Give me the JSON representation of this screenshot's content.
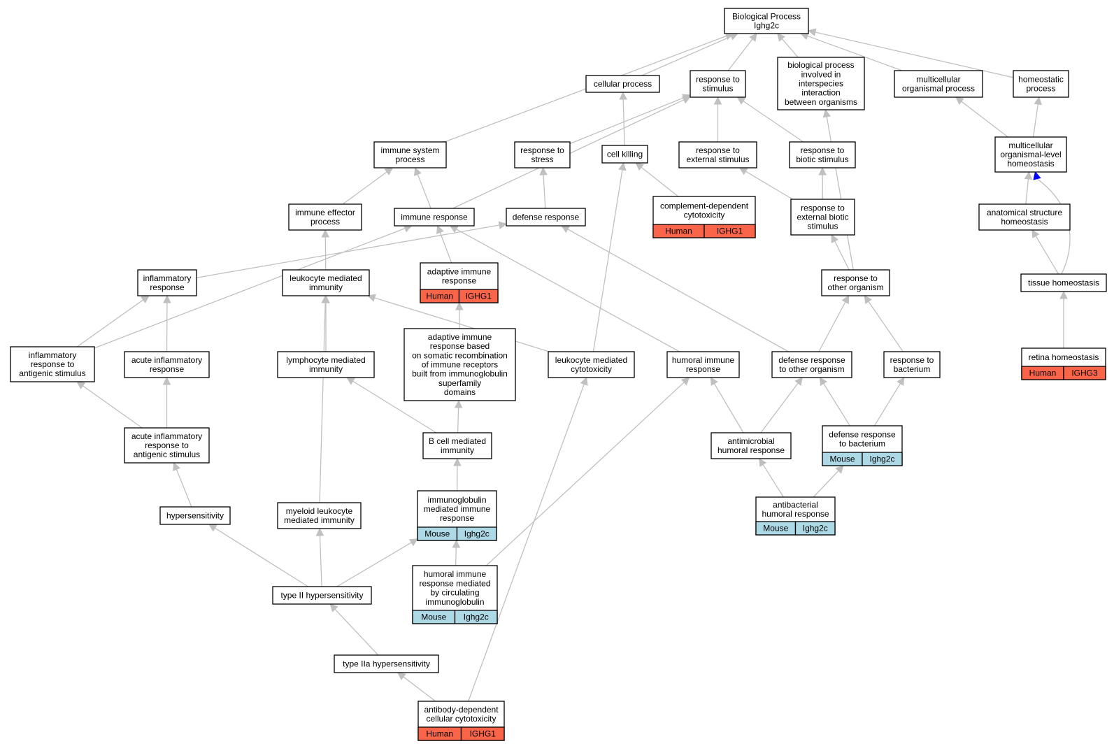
{
  "colors": {
    "edge": "#c0c0c0",
    "highlight_edge": "#0000ff",
    "human": "#fa6449",
    "mouse": "#add8e6"
  },
  "nodes": {
    "root": {
      "lines": [
        "Biological Process",
        "Ighg2c"
      ]
    },
    "cellular_process": {
      "lines": [
        "cellular process"
      ]
    },
    "response_to_stimulus": {
      "lines": [
        "response to",
        "stimulus"
      ]
    },
    "bp_interspecies": {
      "lines": [
        "biological process",
        "involved in",
        "interspecies",
        "interaction",
        "between organisms"
      ]
    },
    "multicellular_organismal_process": {
      "lines": [
        "multicellular",
        "organismal process"
      ]
    },
    "homeostatic_process": {
      "lines": [
        "homeostatic",
        "process"
      ]
    },
    "immune_system_process": {
      "lines": [
        "immune system",
        "process"
      ]
    },
    "response_to_stress": {
      "lines": [
        "response to",
        "stress"
      ]
    },
    "cell_killing": {
      "lines": [
        "cell killing"
      ]
    },
    "response_to_external_stimulus": {
      "lines": [
        "response to",
        "external stimulus"
      ]
    },
    "response_to_biotic_stimulus": {
      "lines": [
        "response to",
        "biotic stimulus"
      ]
    },
    "multicellular_organismal_homeostasis": {
      "lines": [
        "multicellular",
        "organismal-level",
        "homeostasis"
      ]
    },
    "immune_effector_process": {
      "lines": [
        "immune effector",
        "process"
      ]
    },
    "immune_response": {
      "lines": [
        "immune response"
      ]
    },
    "defense_response": {
      "lines": [
        "defense response"
      ]
    },
    "complement_dependent_cytotoxicity": {
      "lines": [
        "complement-dependent",
        "cytotoxicity"
      ],
      "cells": [
        "Human",
        "IGHG1"
      ],
      "species": "human"
    },
    "response_to_external_biotic_stimulus": {
      "lines": [
        "response to",
        "external biotic",
        "stimulus"
      ]
    },
    "anatomical_structure_homeostasis": {
      "lines": [
        "anatomical structure",
        "homeostasis"
      ]
    },
    "inflammatory_response": {
      "lines": [
        "inflammatory",
        "response"
      ]
    },
    "leukocyte_mediated_immunity": {
      "lines": [
        "leukocyte mediated",
        "immunity"
      ]
    },
    "adaptive_immune_response": {
      "lines": [
        "adaptive immune",
        "response"
      ],
      "cells": [
        "Human",
        "IGHG1"
      ],
      "species": "human"
    },
    "response_to_other_organism": {
      "lines": [
        "response to",
        "other organism"
      ]
    },
    "tissue_homeostasis": {
      "lines": [
        "tissue homeostasis"
      ]
    },
    "inflammatory_response_to_antigenic_stimulus": {
      "lines": [
        "inflammatory",
        "response to",
        "antigenic stimulus"
      ]
    },
    "acute_inflammatory_response": {
      "lines": [
        "acute inflammatory",
        "response"
      ]
    },
    "lymphocyte_mediated_immunity": {
      "lines": [
        "lymphocyte mediated",
        "immunity"
      ]
    },
    "adaptive_immune_response_somatic": {
      "lines": [
        "adaptive immune",
        "response based",
        "on somatic recombination",
        "of immune receptors",
        "built from immunoglobulin",
        "superfamily",
        "domains"
      ]
    },
    "leukocyte_mediated_cytotoxicity": {
      "lines": [
        "leukocyte mediated",
        "cytotoxicity"
      ]
    },
    "humoral_immune_response": {
      "lines": [
        "humoral immune",
        "response"
      ]
    },
    "defense_response_to_other_organism": {
      "lines": [
        "defense response",
        "to other organism"
      ]
    },
    "response_to_bacterium": {
      "lines": [
        "response to",
        "bacterium"
      ]
    },
    "retina_homeostasis": {
      "lines": [
        "retina homeostasis"
      ],
      "cells": [
        "Human",
        "IGHG3"
      ],
      "species": "human"
    },
    "acute_inflammatory_response_to_antigenic_stimulus": {
      "lines": [
        "acute inflammatory",
        "response to",
        "antigenic stimulus"
      ]
    },
    "b_cell_mediated_immunity": {
      "lines": [
        "B cell mediated",
        "immunity"
      ]
    },
    "antimicrobial_humoral_response": {
      "lines": [
        "antimicrobial",
        "humoral response"
      ]
    },
    "defense_response_to_bacterium": {
      "lines": [
        "defense response",
        "to bacterium"
      ],
      "cells": [
        "Mouse",
        "Ighg2c"
      ],
      "species": "mouse"
    },
    "hypersensitivity": {
      "lines": [
        "hypersensitivity"
      ]
    },
    "myeloid_leukocyte_mediated_immunity": {
      "lines": [
        "myeloid leukocyte",
        "mediated immunity"
      ]
    },
    "immunoglobulin_mediated_immune_response": {
      "lines": [
        "immunoglobulin",
        "mediated immune",
        "response"
      ],
      "cells": [
        "Mouse",
        "Ighg2c"
      ],
      "species": "mouse"
    },
    "antibacterial_humoral_response": {
      "lines": [
        "antibacterial",
        "humoral response"
      ],
      "cells": [
        "Mouse",
        "Ighg2c"
      ],
      "species": "mouse"
    },
    "type_ii_hypersensitivity": {
      "lines": [
        "type II hypersensitivity"
      ]
    },
    "humoral_immune_response_circulating_ig": {
      "lines": [
        "humoral immune",
        "response mediated",
        "by circulating",
        "immunoglobulin"
      ],
      "cells": [
        "Mouse",
        "Ighg2c"
      ],
      "species": "mouse"
    },
    "type_iia_hypersensitivity": {
      "lines": [
        "type IIa hypersensitivity"
      ]
    },
    "antibody_dependent_cellular_cytotoxicity": {
      "lines": [
        "antibody-dependent",
        "cellular cytotoxicity"
      ],
      "cells": [
        "Human",
        "IGHG1"
      ],
      "species": "human"
    }
  },
  "edges": [
    [
      "cellular_process",
      "root"
    ],
    [
      "response_to_stimulus",
      "root"
    ],
    [
      "bp_interspecies",
      "root"
    ],
    [
      "multicellular_organismal_process",
      "root"
    ],
    [
      "homeostatic_process",
      "root"
    ],
    [
      "immune_system_process",
      "root"
    ],
    [
      "response_to_stress",
      "response_to_stimulus"
    ],
    [
      "immune_response",
      "response_to_stimulus"
    ],
    [
      "cell_killing",
      "cellular_process"
    ],
    [
      "response_to_external_stimulus",
      "response_to_stimulus"
    ],
    [
      "response_to_biotic_stimulus",
      "response_to_stimulus"
    ],
    [
      "multicellular_organismal_homeostasis",
      "multicellular_organismal_process"
    ],
    [
      "multicellular_organismal_homeostasis",
      "homeostatic_process"
    ],
    [
      "immune_effector_process",
      "immune_system_process"
    ],
    [
      "immune_response",
      "immune_system_process"
    ],
    [
      "defense_response",
      "response_to_stress"
    ],
    [
      "complement_dependent_cytotoxicity",
      "cell_killing"
    ],
    [
      "response_to_external_biotic_stimulus",
      "response_to_external_stimulus"
    ],
    [
      "response_to_external_biotic_stimulus",
      "response_to_biotic_stimulus"
    ],
    [
      "anatomical_structure_homeostasis",
      "multicellular_organismal_homeostasis"
    ],
    [
      "inflammatory_response",
      "defense_response"
    ],
    [
      "leukocyte_mediated_immunity",
      "immune_effector_process"
    ],
    [
      "adaptive_immune_response",
      "immune_response"
    ],
    [
      "response_to_other_organism",
      "response_to_external_biotic_stimulus"
    ],
    [
      "response_to_other_organism",
      "bp_interspecies"
    ],
    [
      "tissue_homeostasis",
      "anatomical_structure_homeostasis"
    ],
    [
      "tissue_homeostasis",
      "multicellular_organismal_homeostasis",
      "highlight"
    ],
    [
      "inflammatory_response_to_antigenic_stimulus",
      "inflammatory_response"
    ],
    [
      "inflammatory_response_to_antigenic_stimulus",
      "immune_response"
    ],
    [
      "acute_inflammatory_response",
      "inflammatory_response"
    ],
    [
      "lymphocyte_mediated_immunity",
      "leukocyte_mediated_immunity"
    ],
    [
      "adaptive_immune_response_somatic",
      "adaptive_immune_response"
    ],
    [
      "leukocyte_mediated_cytotoxicity",
      "cell_killing"
    ],
    [
      "leukocyte_mediated_cytotoxicity",
      "leukocyte_mediated_immunity"
    ],
    [
      "humoral_immune_response",
      "immune_response"
    ],
    [
      "defense_response_to_other_organism",
      "defense_response"
    ],
    [
      "defense_response_to_other_organism",
      "response_to_other_organism"
    ],
    [
      "response_to_bacterium",
      "response_to_other_organism"
    ],
    [
      "retina_homeostasis",
      "tissue_homeostasis"
    ],
    [
      "acute_inflammatory_response_to_antigenic_stimulus",
      "inflammatory_response_to_antigenic_stimulus"
    ],
    [
      "acute_inflammatory_response_to_antigenic_stimulus",
      "acute_inflammatory_response"
    ],
    [
      "b_cell_mediated_immunity",
      "lymphocyte_mediated_immunity"
    ],
    [
      "b_cell_mediated_immunity",
      "adaptive_immune_response_somatic"
    ],
    [
      "antimicrobial_humoral_response",
      "humoral_immune_response"
    ],
    [
      "antimicrobial_humoral_response",
      "defense_response_to_other_organism"
    ],
    [
      "defense_response_to_bacterium",
      "defense_response_to_other_organism"
    ],
    [
      "defense_response_to_bacterium",
      "response_to_bacterium"
    ],
    [
      "hypersensitivity",
      "acute_inflammatory_response_to_antigenic_stimulus"
    ],
    [
      "myeloid_leukocyte_mediated_immunity",
      "leukocyte_mediated_immunity"
    ],
    [
      "immunoglobulin_mediated_immune_response",
      "b_cell_mediated_immunity"
    ],
    [
      "antibacterial_humoral_response",
      "antimicrobial_humoral_response"
    ],
    [
      "antibacterial_humoral_response",
      "defense_response_to_bacterium"
    ],
    [
      "type_ii_hypersensitivity",
      "hypersensitivity"
    ],
    [
      "type_ii_hypersensitivity",
      "myeloid_leukocyte_mediated_immunity"
    ],
    [
      "type_ii_hypersensitivity",
      "immunoglobulin_mediated_immune_response"
    ],
    [
      "humoral_immune_response_circulating_ig",
      "immunoglobulin_mediated_immune_response"
    ],
    [
      "humoral_immune_response_circulating_ig",
      "humoral_immune_response"
    ],
    [
      "type_iia_hypersensitivity",
      "type_ii_hypersensitivity"
    ],
    [
      "antibody_dependent_cellular_cytotoxicity",
      "type_iia_hypersensitivity"
    ],
    [
      "antibody_dependent_cellular_cytotoxicity",
      "leukocyte_mediated_cytotoxicity"
    ]
  ]
}
